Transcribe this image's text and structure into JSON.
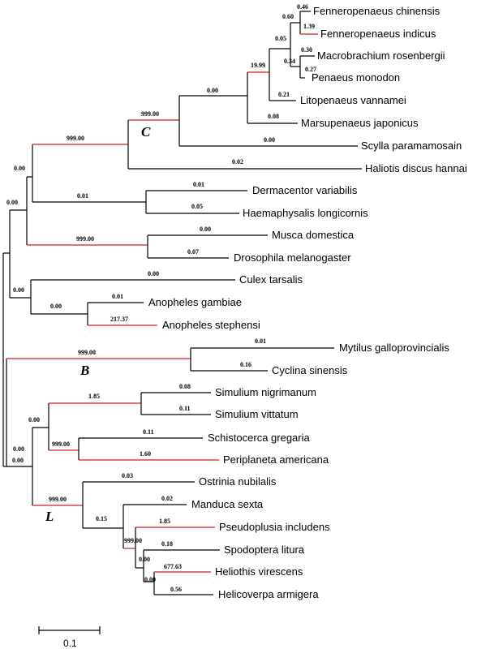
{
  "taxa": [
    "Fenneropenaeus chinensis",
    "Fenneropenaeus indicus",
    "Macrobrachium rosenbergii",
    "Penaeus monodon",
    "Litopenaeus vannamei",
    "Marsupenaeus japonicus",
    "Scylla paramamosain",
    "Haliotis discus hannai",
    "Dermacentor variabilis",
    "Haemaphysalis longicornis",
    "Musca domestica",
    "Drosophila melanogaster",
    "Culex tarsalis",
    "Anopheles gambiae",
    "Anopheles stephensi",
    "Mytilus galloprovincialis",
    "Cyclina sinensis",
    "Simulium nigrimanum",
    "Simulium vittatum",
    "Schistocerca gregaria",
    "Periplaneta americana",
    "Ostrinia nubilalis",
    "Manduca sexta",
    "Pseudoplusia includens",
    "Spodoptera litura",
    "Heliothis virescens",
    "Helicoverpa armigera"
  ],
  "branch_labels": [
    "0.46",
    "0.60",
    "1.39",
    "0.05",
    "0.30",
    "0.34",
    "0.27",
    "19.99",
    "0.21",
    "0.00",
    "0.08",
    "999.00",
    "0.00",
    "999.00",
    "0.02",
    "0.00",
    "0.01",
    "0.01",
    "0.05",
    "0.00",
    "0.00",
    "999.00",
    "0.07",
    "0.00",
    "0.00",
    "0.01",
    "0.00",
    "217.37",
    "0.00",
    "999.00",
    "0.01",
    "0.16",
    "0.00",
    "1.85",
    "0.08",
    "0.11",
    "999.00",
    "0.11",
    "1.60",
    "0.00",
    "999.00",
    "0.03",
    "0.15",
    "0.02",
    "1.85",
    "999.00",
    "0.18",
    "0.00",
    "677.63",
    "0.00",
    "0.56"
  ],
  "clade_labels": [
    "C",
    "B",
    "L"
  ],
  "scale_bar": {
    "label": "0.1"
  },
  "colors": {
    "highlight": "#d21f1f",
    "branch": "#000000"
  }
}
